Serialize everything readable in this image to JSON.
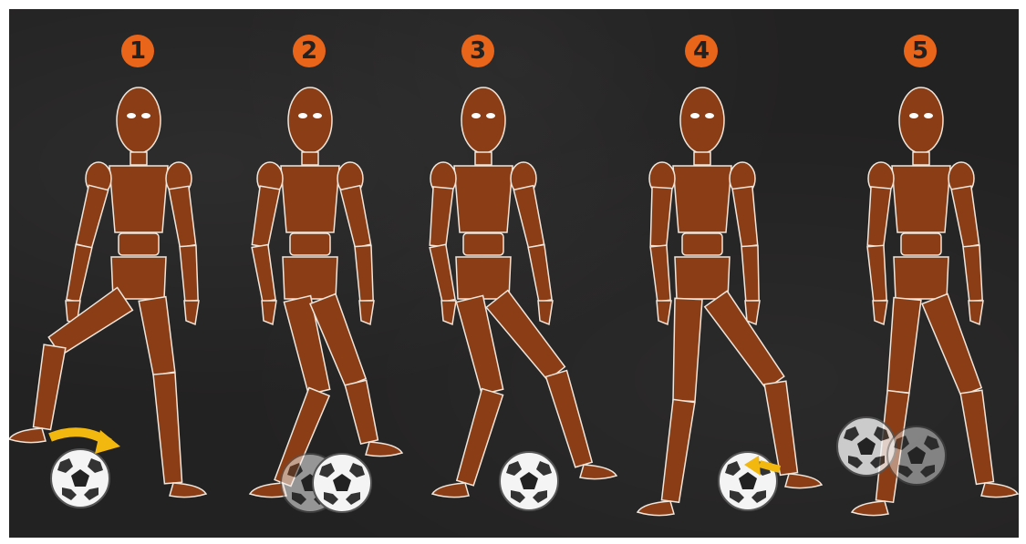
{
  "steps": [
    {
      "number": "1"
    },
    {
      "number": "2"
    },
    {
      "number": "3"
    },
    {
      "number": "4"
    },
    {
      "number": "5"
    }
  ],
  "colors": {
    "background": "#232222",
    "figure": "#8b3e16",
    "outline": "#f0e6dc",
    "step_badge": "#e8651a",
    "arrow": "#f2b80f"
  },
  "icons": [
    "wooden-mannequin-icon",
    "soccer-ball-icon",
    "motion-arrow-icon"
  ]
}
